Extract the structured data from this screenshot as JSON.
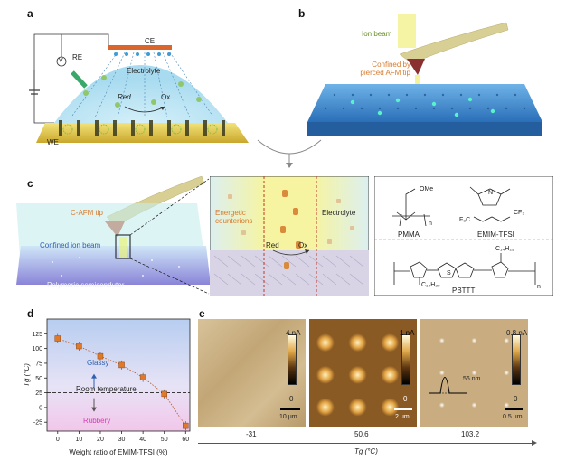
{
  "panels": {
    "a": {
      "label": "a",
      "ce": "CE",
      "re": "RE",
      "v": "V",
      "we": "WE",
      "electrolyte": "Electrolyte",
      "red": "Red",
      "ox": "Ox"
    },
    "b": {
      "label": "b",
      "ion_beam": "Ion beam",
      "confined": "Confined by pierced AFM tip"
    },
    "c": {
      "label": "c",
      "cafm": "C-AFM tip",
      "confined_beam": "Confined ion beam",
      "semiconductor": "Polymeric semicondutor",
      "energetic": "Energetic counterions",
      "electrolyte": "Electrolyte",
      "red": "Red",
      "ox": "Ox",
      "chem": {
        "pmma": "PMMA",
        "ome": "OMe",
        "emim": "EMIM-TFSI",
        "pbttt": "PBTTT",
        "cf3_left": "F₃C",
        "cf3_right": "CF₃",
        "s": "S",
        "n": "N",
        "n_sub": "n",
        "c14": "C₁₄H₂₉",
        "o": "O"
      }
    },
    "d": {
      "label": "d",
      "glassy": "Glassy",
      "rubbery": "Rubbery",
      "room_temp": "Room temperature"
    },
    "e": {
      "label": "e",
      "xlabel": "Tg (°C)",
      "images": [
        {
          "value": "-31",
          "scale_max": "4 nA",
          "scale_min": "0",
          "scalebar": "10 μm"
        },
        {
          "value": "50.6",
          "scale_max": "1 nA",
          "scale_min": "0",
          "scalebar": "2 μm"
        },
        {
          "value": "103.2",
          "scale_max": "0.8 nA",
          "scale_min": "0",
          "scalebar": "0.5 μm",
          "annotation": "56 nm"
        }
      ]
    }
  },
  "chart_data": {
    "type": "scatter",
    "xlabel": "Weight ratio of EMIM-TFSI (%)",
    "ylabel": "Tg (°C)",
    "xlim": [
      -5,
      62
    ],
    "ylim": [
      -40,
      150
    ],
    "xticks": [
      0,
      10,
      20,
      30,
      40,
      50,
      60
    ],
    "yticks": [
      -25,
      0,
      25,
      50,
      75,
      100,
      125
    ],
    "x": [
      0,
      10,
      20,
      30,
      40,
      50,
      60
    ],
    "y": [
      117,
      104,
      87,
      72,
      51,
      23,
      -31
    ],
    "room_temperature_line": 25,
    "colors": {
      "marker": "#e07a2a",
      "glassy_bg": "#b7cdf0",
      "rubbery_bg": "#f2c7ea"
    }
  }
}
